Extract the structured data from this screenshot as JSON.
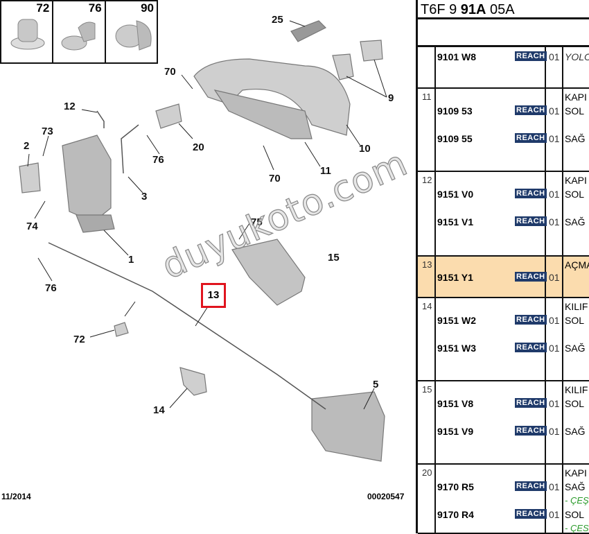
{
  "diagram": {
    "thumbnails": [
      "72",
      "76",
      "90"
    ],
    "callouts": [
      "25",
      "70",
      "9",
      "12",
      "73",
      "2",
      "20",
      "76",
      "3",
      "10",
      "11",
      "70",
      "74",
      "1",
      "75",
      "15",
      "76",
      "13",
      "72",
      "5",
      "14"
    ],
    "date": "11/2014",
    "drawing_number": "00020547",
    "highlighted": "13",
    "watermark": "duyukoto.com"
  },
  "table": {
    "title_prefix": "T6F 9 ",
    "title_bold": "91A",
    "title_suffix": " 05A",
    "badge": "REACH",
    "badge_color": "#1f3a6a",
    "selected_color": "#fbdcae",
    "rows": [
      {
        "ref": "",
        "title": "",
        "items": [
          {
            "part": "9101 W8",
            "qty": "01",
            "desc": "YOLC"
          }
        ]
      },
      {
        "ref": "11",
        "title": "KAPI",
        "items": [
          {
            "part": "9109 53",
            "qty": "01",
            "desc": "SOL"
          },
          {
            "part": "9109 55",
            "qty": "01",
            "desc": "SAĞ"
          }
        ]
      },
      {
        "ref": "12",
        "title": "KAPI",
        "items": [
          {
            "part": "9151 V0",
            "qty": "01",
            "desc": "SOL"
          },
          {
            "part": "9151 V1",
            "qty": "01",
            "desc": "SAĞ"
          }
        ]
      },
      {
        "ref": "13",
        "title": "AÇMA",
        "items": [
          {
            "part": "9151 Y1",
            "qty": "01",
            "desc": ""
          }
        ]
      },
      {
        "ref": "14",
        "title": "KILIF",
        "items": [
          {
            "part": "9151 W2",
            "qty": "01",
            "desc": "SOL"
          },
          {
            "part": "9151 W3",
            "qty": "01",
            "desc": "SAĞ"
          }
        ]
      },
      {
        "ref": "15",
        "title": "KILIF",
        "items": [
          {
            "part": "9151 V8",
            "qty": "01",
            "desc": "SOL"
          },
          {
            "part": "9151 V9",
            "qty": "01",
            "desc": "SAĞ"
          }
        ]
      },
      {
        "ref": "20",
        "title": "KAPI",
        "items": [
          {
            "part": "9170 R5",
            "qty": "01",
            "desc": "SAĞ",
            "note": "- ÇEŞ"
          },
          {
            "part": "9170 R4",
            "qty": "01",
            "desc": "SOL",
            "note": "- ÇES"
          }
        ]
      }
    ]
  }
}
